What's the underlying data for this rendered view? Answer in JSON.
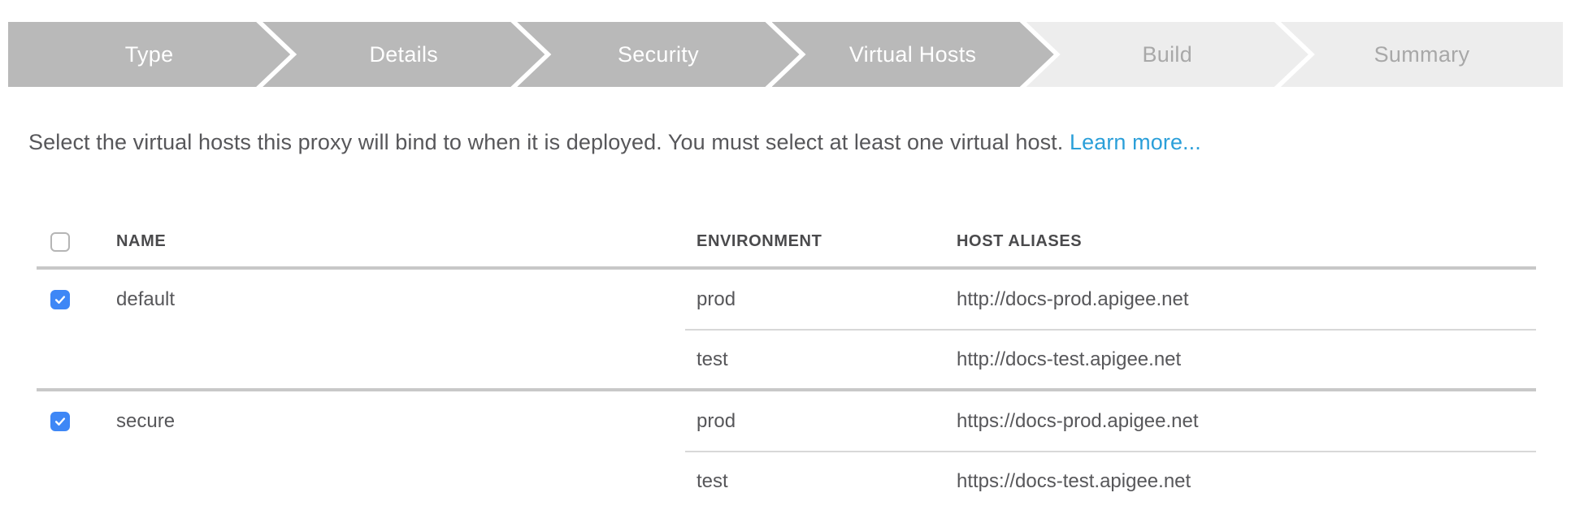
{
  "stepper": {
    "steps": [
      {
        "label": "Type",
        "state": "active"
      },
      {
        "label": "Details",
        "state": "active"
      },
      {
        "label": "Security",
        "state": "active"
      },
      {
        "label": "Virtual Hosts",
        "state": "active"
      },
      {
        "label": "Build",
        "state": "inactive"
      },
      {
        "label": "Summary",
        "state": "inactive"
      }
    ]
  },
  "instruction": {
    "text": "Select the virtual hosts this proxy will bind to when it is deployed. You must select at least one virtual host. ",
    "link_label": "Learn more..."
  },
  "table": {
    "columns": [
      "NAME",
      "ENVIRONMENT",
      "HOST ALIASES"
    ],
    "header_checkbox_checked": false,
    "rows": [
      {
        "name": "default",
        "checked": true,
        "bindings": [
          {
            "environment": "prod",
            "host_alias": "http://docs-prod.apigee.net"
          },
          {
            "environment": "test",
            "host_alias": "http://docs-test.apigee.net"
          }
        ]
      },
      {
        "name": "secure",
        "checked": true,
        "bindings": [
          {
            "environment": "prod",
            "host_alias": "https://docs-prod.apigee.net"
          },
          {
            "environment": "test",
            "host_alias": "https://docs-test.apigee.net"
          }
        ]
      }
    ]
  },
  "colors": {
    "step_active_bg": "#b9b9b9",
    "step_inactive_bg": "#ededed",
    "step_active_text": "#ffffff",
    "step_inactive_text": "#a8a8a8",
    "link": "#2b9fd9",
    "text_primary": "#57575a",
    "header_text": "#4a4a4c",
    "divider_strong": "#c8c8c8",
    "divider_light": "#d8d8d8",
    "checkbox_checked_bg": "#3e87f6",
    "checkbox_border": "#b5b5b5"
  }
}
